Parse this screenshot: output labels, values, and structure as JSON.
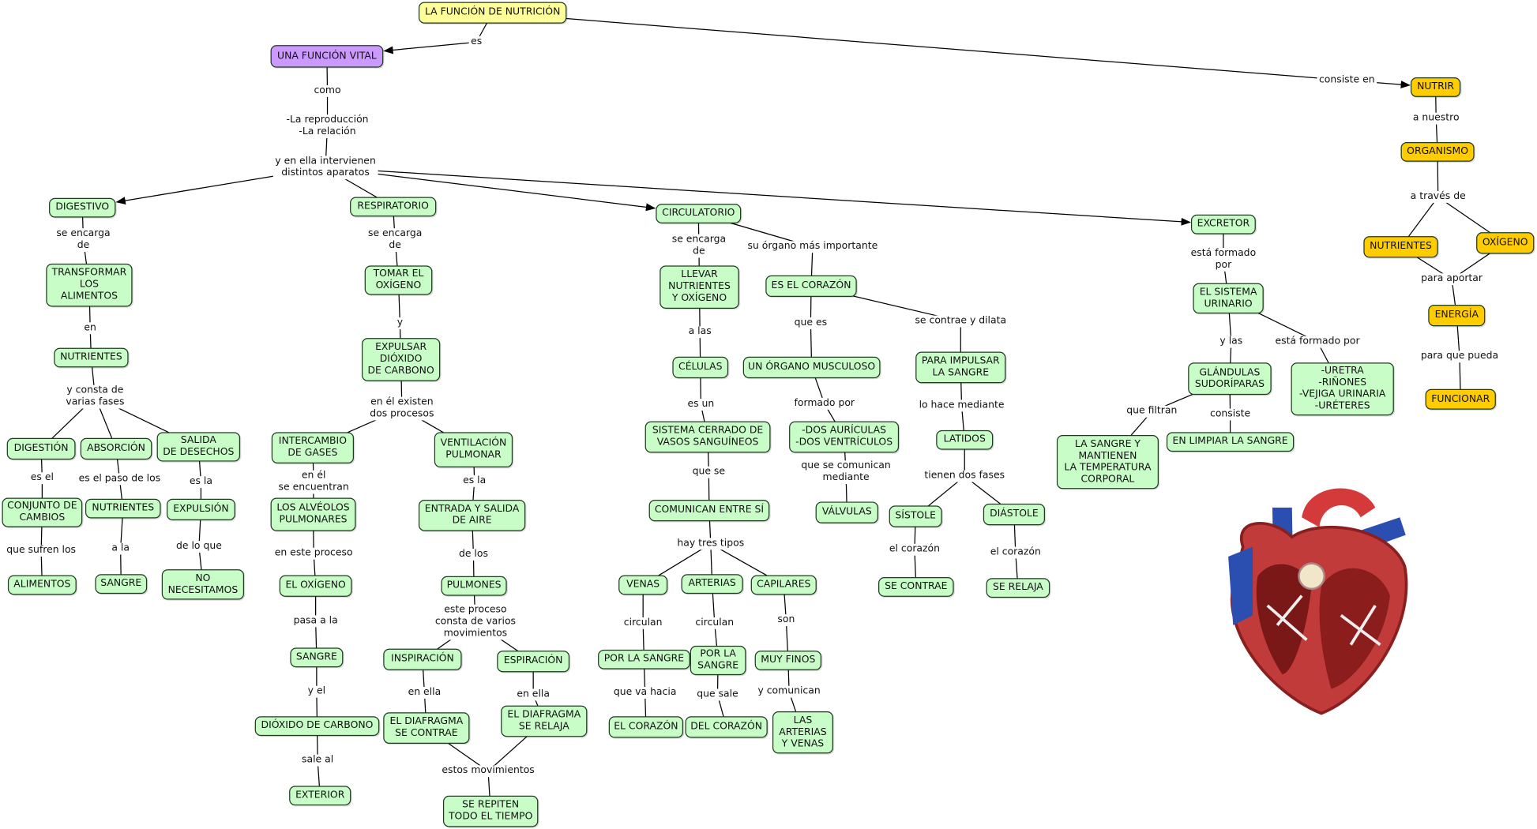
{
  "concepts": {
    "title": "LA FUNCIÓN DE NUTRICIÓN",
    "vital": "UNA FUNCIÓN VITAL",
    "nutrir": "NUTRIR",
    "organismo": "ORGANISMO",
    "nutrientes_o": "NUTRIENTES",
    "oxigeno_o": "OXÍGENO",
    "energia": "ENERGÍA",
    "funcionar": "FUNCIONAR",
    "digestivo": "DIGESTIVO",
    "transformar": "TRANSFORMAR\nLOS\nALIMENTOS",
    "nutrientes_d": "NUTRIENTES",
    "digestion": "DIGESTIÓN",
    "absorcion": "ABSORCIÓN",
    "salida": "SALIDA\nDE DESECHOS",
    "conjunto": "CONJUNTO DE\nCAMBIOS",
    "nutrientes_a": "NUTRIENTES",
    "expulsion": "EXPULSIÓN",
    "alimentos": "ALIMENTOS",
    "sangre_a": "SANGRE",
    "no_nec": "NO\nNECESITAMOS",
    "respiratorio": "RESPIRATORIO",
    "tomar": "TOMAR EL\nOXÍGENO",
    "expulsar": "EXPULSAR\nDIÓXIDO\nDE CARBONO",
    "intercambio": "INTERCAMBIO\nDE GASES",
    "ventilacion": "VENTILACIÓN\nPULMONAR",
    "alveolos": "LOS ALVÉOLOS\nPULMONARES",
    "entrada": "ENTRADA Y SALIDA\nDE AIRE",
    "el_oxigeno": "EL OXÍGENO",
    "pulmones": "PULMONES",
    "sangre_r": "SANGRE",
    "inspiracion": "INSPIRACIÓN",
    "espiracion": "ESPIRACIÓN",
    "dioxido": "DIÓXIDO DE CARBONO",
    "diaf_contrae": "EL DIAFRAGMA\nSE CONTRAE",
    "diaf_relaja": "EL DIAFRAGMA\nSE RELAJA",
    "exterior": "EXTERIOR",
    "repiten": "SE REPITEN\nTODO EL TIEMPO",
    "circulatorio": "CIRCULATORIO",
    "llevar": "LLEVAR\nNUTRIENTES\nY OXÍGENO",
    "corazon": "ES EL CORAZÓN",
    "celulas": "CÉLULAS",
    "organo": "UN ÓRGANO MUSCULOSO",
    "impulsar": "PARA IMPULSAR\nLA SANGRE",
    "sistema": "SISTEMA CERRADO DE\nVASOS SANGUÍNEOS",
    "auriculas": "-DOS AURÍCULAS\n-DOS VENTRÍCULOS",
    "latidos": "LATIDOS",
    "comunican": "COMUNICAN ENTRE SÍ",
    "valvulas": "VÁLVULAS",
    "sistole": "SÍSTOLE",
    "diastole": "DIÁSTOLE",
    "venas": "VENAS",
    "arterias": "ARTERIAS",
    "capilares": "CAPILARES",
    "se_contrae": "SE CONTRAE",
    "se_relaja": "SE RELAJA",
    "por_la_sangre": "POR LA SANGRE",
    "por_la_sangre2": "POR LA\nSANGRE",
    "muy_finos": "MUY FINOS",
    "el_corazon": "EL CORAZÓN",
    "del_corazon": "DEL CORAZÓN",
    "las_arterias": "LAS\nARTERIAS\nY VENAS",
    "excretor": "EXCRETOR",
    "sist_urinario": "EL SISTEMA\nURINARIO",
    "glandulas": "GLÁNDULAS\nSUDORÍPARAS",
    "uretra": "-URETRA\n-RIÑONES\n-VEJIGA URINARIA\n-URÉTERES",
    "sangre_mant": "LA SANGRE Y\nMANTIENEN\nLA TEMPERATURA\nCORPORAL",
    "limpiar": "EN LIMPIAR LA SANGRE"
  },
  "links": {
    "es": "es",
    "consiste_en": "consiste en",
    "como": "como",
    "repro": "-La reproducción\n-La relación",
    "interv": "y en ella intervienen\ndistintos aparatos",
    "a_nuestro": "a nuestro",
    "a_traves": "a través de",
    "aportar": "para aportar",
    "pueda": "para que pueda",
    "d1": "se encarga\nde",
    "d2": "en",
    "d3": "y consta de\nvarias fases",
    "d4": "es el",
    "d5": "es el paso de los",
    "d6": "es la",
    "d7": "que sufren los",
    "d8": "a la",
    "d9": "de lo que",
    "r1": "se encarga\nde",
    "r2": "y",
    "r3": "en él existen\ndos procesos",
    "r4": "en él\nse encuentran",
    "r5": "es la",
    "r6": "en este proceso",
    "r7": "de los",
    "r8": "pasa a la",
    "r9": "este proceso\nconsta de varios\nmovimientos",
    "r10": "en ella",
    "r11": "en ella",
    "r12": "y el",
    "r13": "sale al",
    "r14": "estos movimientos",
    "c1": "se encarga\nde",
    "c2": "su órgano más importante",
    "c3": "a las",
    "c4": "es un",
    "c5": "que se",
    "c6": "hay tres tipos",
    "c7": "circulan",
    "c8": "circulan",
    "c9": "son",
    "c10": "que va hacia",
    "c11": "que sale",
    "c12": "y comunican",
    "c13": "que es",
    "c14": "formado por",
    "c15": "que se comunican\nmediante",
    "c16": "se contrae y dilata",
    "c17": "lo hace mediante",
    "c18": "tienen dos fases",
    "c19": "el corazón",
    "c20": "el corazón",
    "e1": "está formado\npor",
    "e2": "y las",
    "e3": "está formado por",
    "e4": "que filtran",
    "e5": "consiste"
  },
  "colors": {
    "concept": "#c8fdc8",
    "root": "#ffff99",
    "vital": "#cc99ff",
    "nutrir_branch": "#ffcc00"
  }
}
